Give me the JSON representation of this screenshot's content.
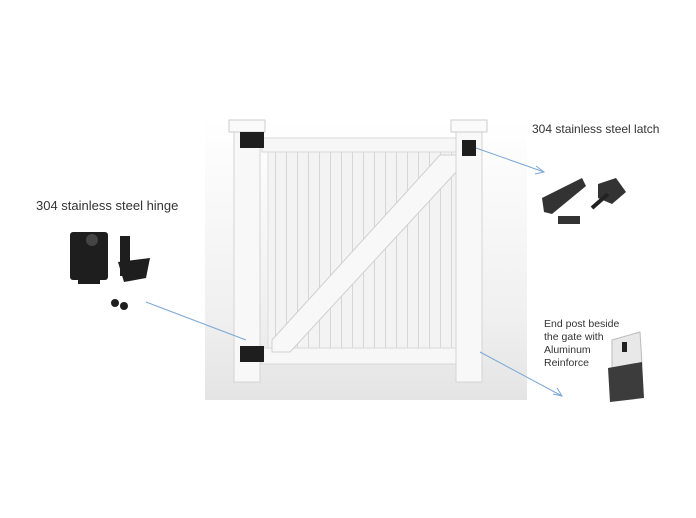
{
  "labels": {
    "hinge": "304 stainless steel hinge",
    "latch": "304 stainless steel latch",
    "end_post": [
      "End post beside",
      "the gate with",
      "Aluminum",
      "Reinforce"
    ]
  },
  "colors": {
    "arrow": "#7aa6d6",
    "hardware": "#1e1e1e",
    "vinyl": "#f4f4f4"
  }
}
